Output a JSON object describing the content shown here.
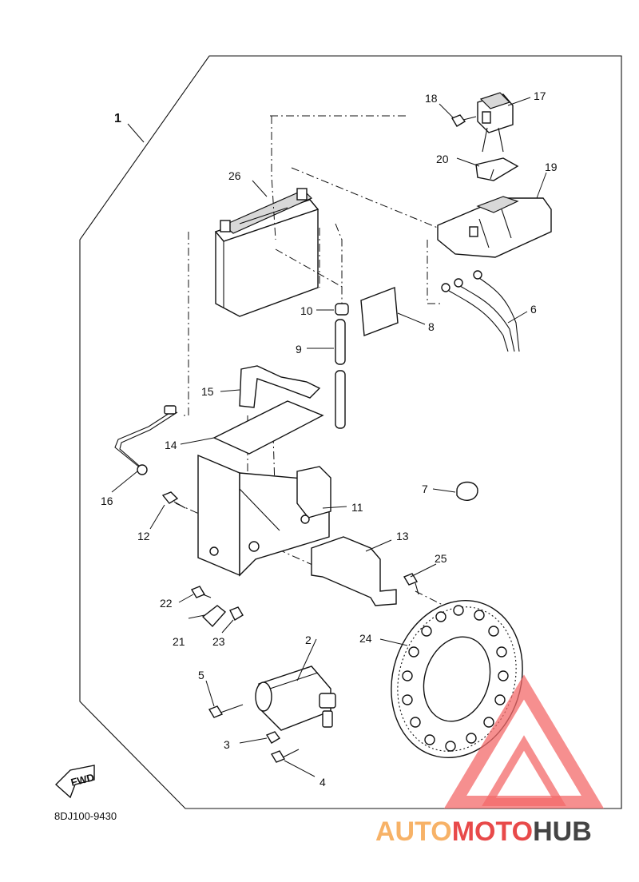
{
  "diagram": {
    "assembly_label": "1",
    "drawing_code": "8DJ100-9430",
    "fwd_label": "FWD",
    "part_labels": {
      "p2": "2",
      "p3": "3",
      "p4": "4",
      "p5": "5",
      "p6": "6",
      "p7": "7",
      "p8": "8",
      "p9": "9",
      "p10": "10",
      "p11": "11",
      "p12": "12",
      "p13": "13",
      "p14": "14",
      "p15": "15",
      "p16": "16",
      "p17": "17",
      "p18": "18",
      "p19": "19",
      "p20": "20",
      "p21": "21",
      "p22": "22",
      "p23": "23",
      "p24": "24",
      "p25": "25",
      "p26": "26"
    }
  },
  "watermark": {
    "text_part1": "AUTO",
    "text_part2": "MOTO",
    "text_part3": "HUB",
    "color_light": "#f7b267",
    "color_red": "#e84a4a",
    "color_dark": "#444444"
  }
}
